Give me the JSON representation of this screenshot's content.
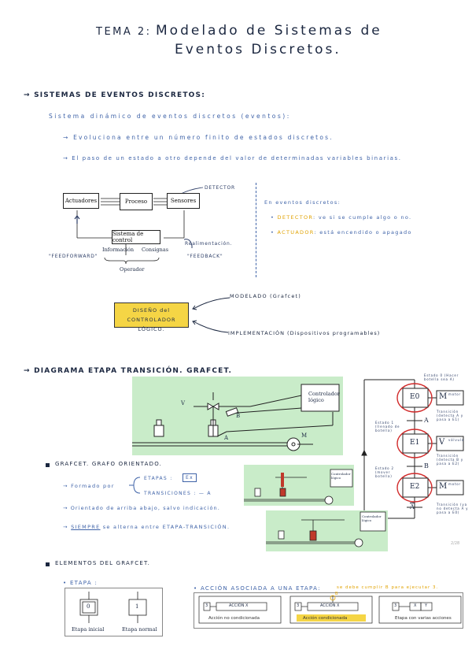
{
  "header": {
    "title_prefix": "TEMA 2:",
    "title_line1": "Modelado de Sistemas de",
    "title_line2": "Eventos Discretos."
  },
  "section1": {
    "heading": "→ SISTEMAS DE EVENTOS DISCRETOS:",
    "definition": "Sistema dinámico de eventos discretos (eventos):",
    "point1": "→ Evoluciona entre un número finito de estados discretos.",
    "point2": "→ El paso de un estado a otro depende del valor de determinadas variables binarias."
  },
  "diagram1": {
    "actuadores": "Actuadores",
    "proceso": "Proceso",
    "sensores": "Sensores",
    "sistema_control": "Sistema de control",
    "informacion": "Información",
    "consignas": "Consignas",
    "operador": "Operador",
    "detector": "DETECTOR",
    "realimentacion": "Realimentación.",
    "feedback": "\"FEEDBACK\"",
    "feedforward": "\"FEEDFORWARD\""
  },
  "eventos": {
    "heading": "En eventos discretos:",
    "detector_label": "DETECTOR",
    "detector_text": ": ve si se cumple algo o no.",
    "actuador_label": "ACTUADOR",
    "actuador_text": ": está encendido o apagado"
  },
  "design": {
    "box": "DISEÑO del CONTROLADOR LÓGICO.",
    "modelado": "MODELADO (Grafcet)",
    "implementacion": "IMPLEMENTACIÓN (Dispositivos programables)"
  },
  "section2": {
    "heading": "→ DIAGRAMA ETAPA TRANSICIÓN. GRAFCET.",
    "controlador": "Controlador lógico",
    "v": "V",
    "b": "B",
    "a": "A",
    "m": "M"
  },
  "grafcet": {
    "e0": "E0",
    "e1": "E1",
    "e2": "E2",
    "m": "M",
    "v": "V",
    "a": "A",
    "b": "B",
    "a_bar": "A",
    "note_e0": "Estado 0 (Hacer botella sea A)",
    "note_t1": "Transición (detecta A y pasa a E1)",
    "note_e1": "Estado 1 (llenado de botella)",
    "note_t2": "Transición (detecta B y pasa a E2)",
    "note_e2": "Estado 2 (mover botella)",
    "note_t3": "Transición (ya no detecta A y pasa a E0)",
    "m_label": "motor",
    "v_label": "válvula",
    "page_num": "2/28"
  },
  "bullets": {
    "b1": "GRAFCET. GRAFO ORIENTADO.",
    "formado": "→ Formado por",
    "etapas": "ETAPAS :",
    "ex": "Ex",
    "transiciones": "TRANSICIONES : — A",
    "orientado": "→ Orientado de arriba abajo, salvo indicación.",
    "siempre": "SIEMPRE",
    "alterna": "se alterna entre ETAPA-TRANSICIÓN.",
    "b2": "ELEMENTOS DEL GRAFCET."
  },
  "etapa": {
    "label": "• ETAPA :",
    "inicial_num": "0",
    "normal_num": "1",
    "inicial": "Etapa inicial",
    "normal": "Etapa normal"
  },
  "accion": {
    "label": "• ACCIÓN ASOCIADA A UNA ETAPA:",
    "note": "se debe cumplir B para ejecutar 3.",
    "cond_mark": "B",
    "box1_num": "3",
    "box1_text": "ACCIÓN X",
    "box1_caption": "Acción no condicionada",
    "box2_num": "3",
    "box2_text": "ACCIÓN X",
    "box2_caption": "Acción condicionada",
    "box3_num": "3",
    "box3_x": "X",
    "box3_y": "Y",
    "box3_caption": "Etapa con varias acciones"
  },
  "colors": {
    "accent_blue": "#3f63a8",
    "yellow_box": "#f5d545",
    "green_bg": "#c9ecc9",
    "red_circle": "#d12a2a",
    "orange_note": "#e0a200"
  }
}
